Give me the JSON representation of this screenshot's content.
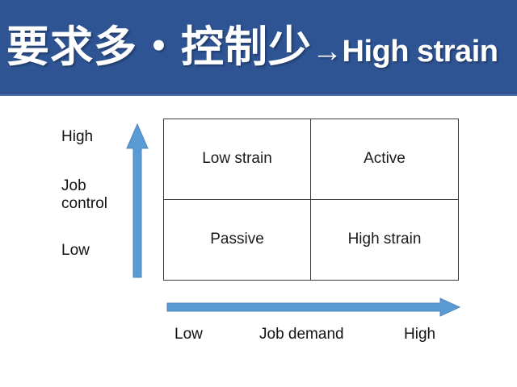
{
  "slide": {
    "title_cjk": "要求多・控制少",
    "title_latin": "→High strain",
    "banner_color": "#2E5494",
    "arrow_color": "#5B9BD5",
    "text_color": "#111111"
  },
  "matrix": {
    "cells": [
      {
        "key": "low-strain",
        "label": "Low strain",
        "row": "high-control",
        "col": "low-demand"
      },
      {
        "key": "active",
        "label": "Active",
        "row": "high-control",
        "col": "high-demand"
      },
      {
        "key": "passive",
        "label": "Passive",
        "row": "low-control",
        "col": "low-demand"
      },
      {
        "key": "high-strain",
        "label": "High strain",
        "row": "low-control",
        "col": "high-demand"
      }
    ]
  },
  "axes": {
    "y": {
      "name": "Job control",
      "name_line1": "Job",
      "name_line2": "control",
      "high": "High",
      "low": "Low",
      "direction": "up"
    },
    "x": {
      "name": "Job demand",
      "low": "Low",
      "high": "High",
      "direction": "right"
    }
  }
}
